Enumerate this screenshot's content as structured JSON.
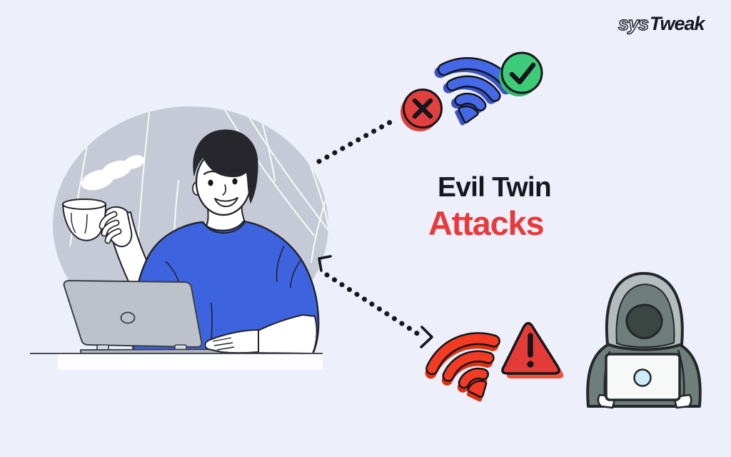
{
  "page": {
    "background_color": "#edf0fb"
  },
  "brand": {
    "prefix": "sys",
    "suffix": "Tweak",
    "color": "#17171f"
  },
  "title": {
    "line1": "Evil Twin",
    "line2": "Attacks",
    "line1_color": "#17171f",
    "line2_color": "#e83a3d"
  },
  "icons": {
    "good_wifi": {
      "name": "genuine-wifi-icon",
      "wifi_color": "#4468e6",
      "shadow_color": "#3a53c8"
    },
    "check_badge": {
      "name": "check-badge-icon",
      "color": "#3ecb78",
      "glyph": "checkmark"
    },
    "x_badge": {
      "name": "x-badge-icon",
      "color": "#e2403f",
      "glyph": "cross"
    },
    "evil_wifi": {
      "name": "evil-wifi-icon",
      "wifi_color": "#f23b22",
      "shadow_color": "#e1300f"
    },
    "warning_triangle": {
      "name": "warning-triangle-icon",
      "color": "#e33b38",
      "glyph": "exclamation"
    },
    "hacker": {
      "name": "hooded-hacker-icon",
      "hood_color": "#b5bcbe",
      "body_color": "#6f7d7b",
      "face_color": "#3b4643",
      "laptop_color": "#f7f8f8",
      "laptop_logo_color": "#cde9fa"
    },
    "user": {
      "name": "user-at-laptop-illustration",
      "shirt_color": "#3d63de",
      "laptop_color": "#bcc1ca",
      "backdrop_color": "#c6cad6"
    }
  },
  "connections": [
    {
      "from": "user",
      "to": "genuine-wifi",
      "style": "dotted"
    },
    {
      "from": "user",
      "to": "evil-wifi",
      "style": "dotted-arrow"
    }
  ]
}
